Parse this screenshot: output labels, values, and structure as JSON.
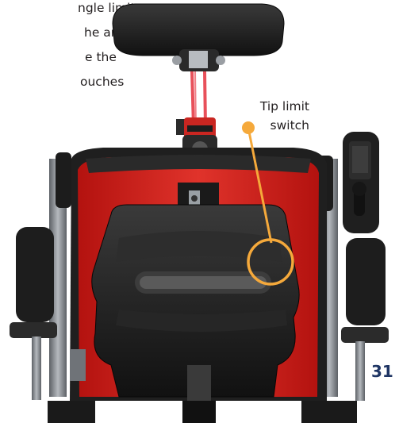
{
  "body_text_fragments": [
    "ngle limit.",
    "he angle",
    "e the",
    "ouches"
  ],
  "callout": {
    "line1": "Tip limit",
    "line2": "switch",
    "color": "#f5a93b"
  },
  "page_number": "31",
  "colors": {
    "seat_red": "#d8231e",
    "seat_black": "#1c1c1c",
    "frame_gray": "#8e9399",
    "page_number": "#1f3564"
  }
}
